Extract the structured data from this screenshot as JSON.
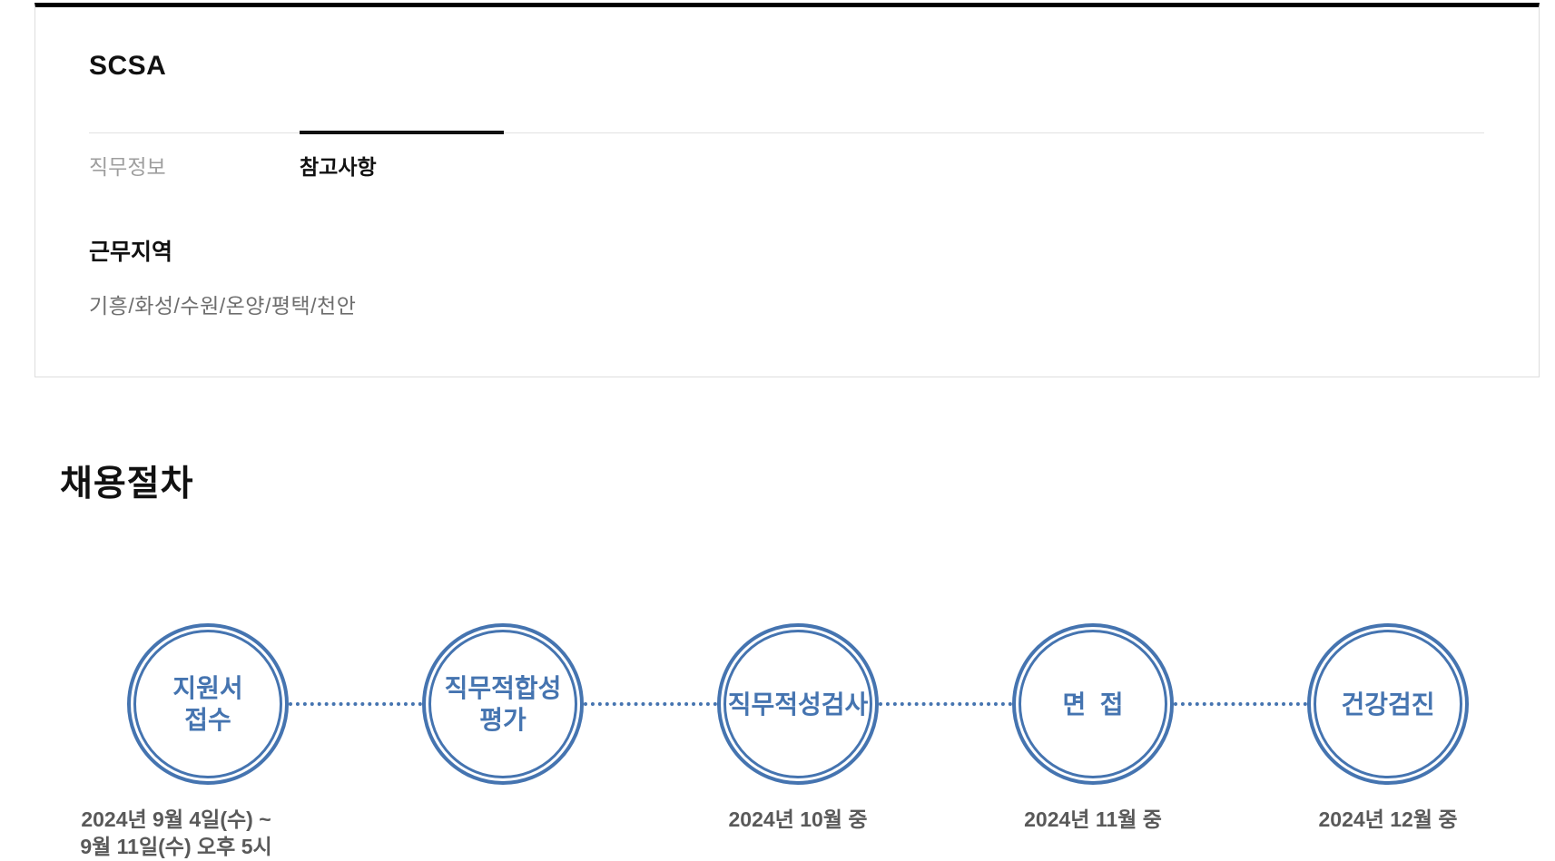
{
  "card": {
    "title": "SCSA",
    "tabs": [
      {
        "label": "직무정보",
        "active": false
      },
      {
        "label": "참고사항",
        "active": true
      }
    ],
    "section": {
      "heading": "근무지역",
      "body": "기흥/화성/수원/온양/평택/천안"
    }
  },
  "process": {
    "title": "채용절차",
    "accent_color": "#4574b0",
    "steps": [
      {
        "label": "지원서\n접수",
        "date": "2024년 9월 4일(수) ~\n9월 11일(수) 오후 5시"
      },
      {
        "label": "직무적합성\n평가",
        "date": ""
      },
      {
        "label": "직무적성검사",
        "date": "2024년 10월 중"
      },
      {
        "label": "면  접",
        "date": "2024년 11월 중"
      },
      {
        "label": "건강검진",
        "date": "2024년 12월 중"
      }
    ]
  }
}
